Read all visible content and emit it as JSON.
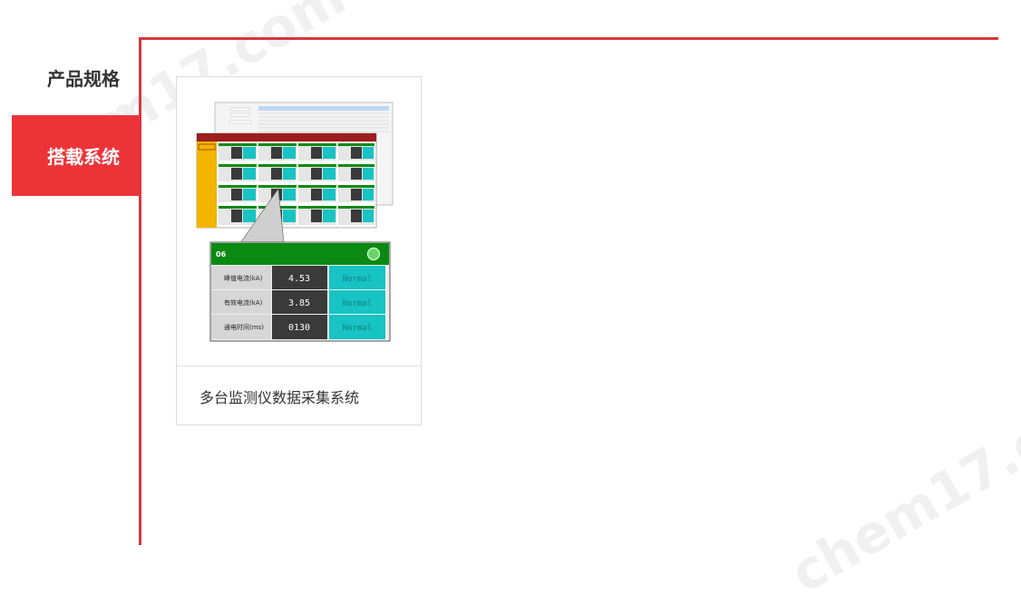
{
  "watermark": {
    "text": "chem17.com"
  },
  "nav": {
    "items": [
      {
        "label": "产品规格"
      },
      {
        "label": "搭载系统"
      }
    ]
  },
  "product": {
    "title": "多台监测仪数据采集系统",
    "detail": {
      "channel": "06",
      "rows": [
        {
          "label": "峰值电流(kA)",
          "value": "4.53",
          "status": "Normal"
        },
        {
          "label": "有效电流(kA)",
          "value": "3.85",
          "status": "Normal"
        },
        {
          "label": "通电时间(ms)",
          "value": "0130",
          "status": "Normal"
        }
      ]
    }
  },
  "colors": {
    "accent_red": "#ec3438",
    "line_red": "#d9363e",
    "header_green": "#0a8a12",
    "status_cyan": "#17c3c3",
    "value_dark": "#3a3a3a",
    "side_yellow": "#f2b400"
  }
}
